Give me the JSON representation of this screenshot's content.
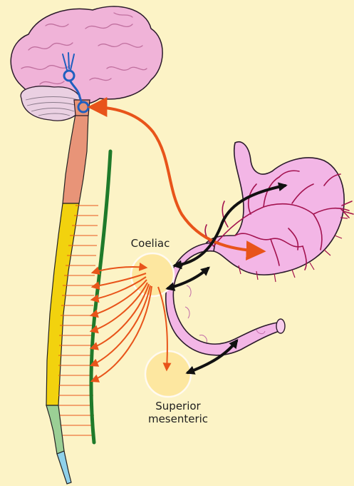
{
  "labels": {
    "coeliac": "Coeliac",
    "superior_mesenteric_line1": "Superior",
    "superior_mesenteric_line2": "mesenteric"
  },
  "colors": {
    "background": "#fcf3c6",
    "brain": "#f0b3d8",
    "brain_outline": "#2a1a2a",
    "cerebellum": "#ead0e2",
    "spinal_cervical": "#e89478",
    "spinal_thoracic": "#f2d20e",
    "spinal_lumbar": "#9bcf95",
    "spinal_sacral": "#8fd1ea",
    "sympathetic_chain": "#1f7a2a",
    "afferent_arrow": "#e8541a",
    "efferent_arrow": "#111111",
    "neuron": "#1f5fbf",
    "stomach": "#f3b6e6",
    "vessels": "#a3124f",
    "ganglion": "#fde7a0"
  },
  "icons": [
    "brain-icon",
    "stomach-icon",
    "intestine-icon",
    "ganglion-icon"
  ]
}
